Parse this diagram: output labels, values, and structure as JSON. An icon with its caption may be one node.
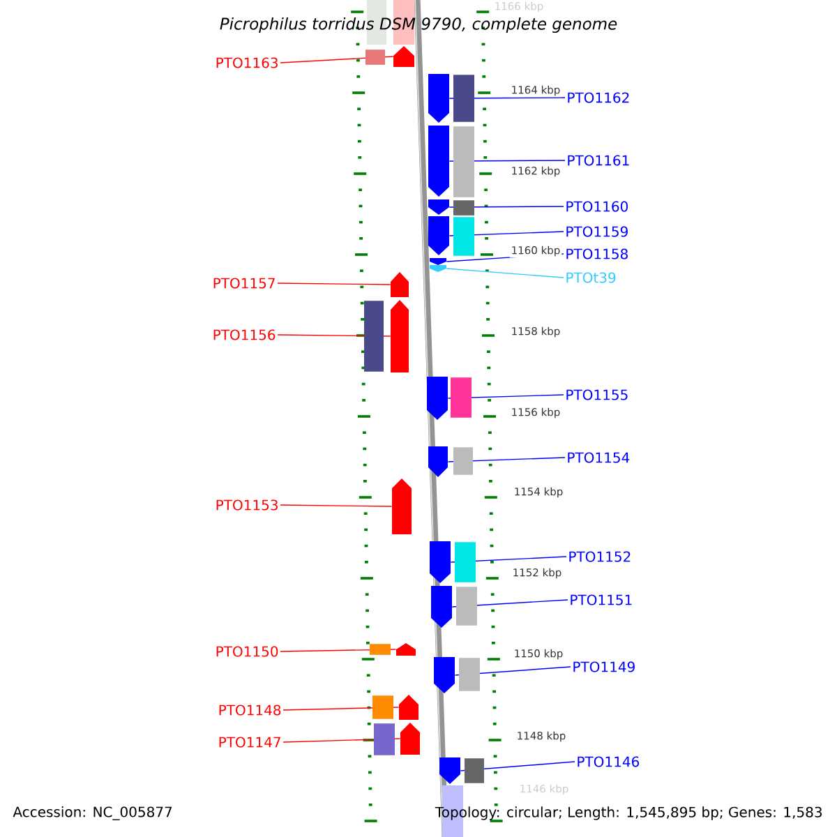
{
  "diagram": {
    "title": "Picrophilus torridus DSM 9790, complete genome",
    "nodes": [
      {
        "text": [
          "PTO1163"
        ]
      },
      {
        "text": [],
        "shape": "arrow"
      },
      {
        "text": [
          "PTO1162"
        ]
      },
      {
        "text": [],
        "shape": "arrow"
      },
      {
        "text": [
          "PTO1161"
        ]
      },
      {
        "text": [],
        "shape": "arrow"
      },
      {
        "text": [
          "PTO1160"
        ]
      },
      {
        "text": [],
        "shape": "arrow"
      },
      {
        "text": [
          "PTO1159"
        ]
      },
      {
        "text": [],
        "shape": "arrow"
      },
      {
        "text": [
          "PTO1158"
        ]
      },
      {
        "text": [],
        "shape": "arrow"
      },
      {
        "text": [
          "PTOt39"
        ]
      },
      {
        "text": [],
        "shape": "arrow"
      },
      {
        "text": [
          "PTO1157"
        ]
      },
      {
        "text": [],
        "shape": "arrow"
      },
      {
        "text": [
          "PTO1156"
        ]
      },
      {
        "text": [],
        "shape": "arrow"
      },
      {
        "text": [
          "PTO1155"
        ]
      },
      {
        "text": [],
        "shape": "arrow"
      },
      {
        "text": [
          "PTO1154"
        ]
      },
      {
        "text": [],
        "shape": "arrow"
      },
      {
        "text": [
          "PTO1153"
        ]
      },
      {
        "text": [],
        "shape": "arrow"
      },
      {
        "text": [
          "PTO1152"
        ]
      },
      {
        "text": [],
        "shape": "arrow"
      },
      {
        "text": [
          "PTO1151"
        ]
      },
      {
        "text": [],
        "shape": "arrow"
      },
      {
        "text": [
          "PTO1150"
        ]
      },
      {
        "text": [],
        "shape": "arrow"
      },
      {
        "text": [
          "PTO1149"
        ]
      },
      {
        "text": [],
        "shape": "arrow"
      },
      {
        "text": [
          "PTO1148"
        ]
      },
      {
        "text": [],
        "shape": "arrow"
      },
      {
        "text": [
          "PTO1147"
        ]
      },
      {
        "text": [],
        "shape": "arrow"
      },
      {
        "text": [
          "PTO1146"
        ]
      },
      {
        "text": [],
        "shape": "arrow"
      }
    ],
    "edges": [
      {
        "from": 0,
        "to": 1,
        "arrow": "none",
        "color": "#ff0000"
      },
      {
        "from": 2,
        "to": 3,
        "arrow": "none"
      },
      {
        "from": 4,
        "to": 5,
        "arrow": "none"
      },
      {
        "from": 6,
        "to": 7,
        "arrow": "none"
      },
      {
        "from": 8,
        "to": 9,
        "arrow": "none"
      },
      {
        "from": 10,
        "to": 11,
        "arrow": "none"
      },
      {
        "from": 12,
        "to": 13,
        "arrow": "none",
        "color": "#33ccff"
      },
      {
        "from": 14,
        "to": 15,
        "arrow": "none",
        "color": "#ff0000"
      },
      {
        "from": 16,
        "to": 17,
        "arrow": "none",
        "color": "#ff0000"
      },
      {
        "from": 18,
        "to": 19,
        "arrow": "none"
      },
      {
        "from": 20,
        "to": 21,
        "arrow": "none"
      },
      {
        "from": 22,
        "to": 23,
        "arrow": "none",
        "color": "#ff0000"
      },
      {
        "from": 24,
        "to": 25,
        "arrow": "none"
      },
      {
        "from": 26,
        "to": 27,
        "arrow": "none"
      },
      {
        "from": 28,
        "to": 29,
        "arrow": "none",
        "color": "#ff0000"
      },
      {
        "from": 30,
        "to": 31,
        "arrow": "none"
      },
      {
        "from": 32,
        "to": 33,
        "arrow": "none",
        "color": "#ff0000"
      },
      {
        "from": 34,
        "to": 35,
        "arrow": "none",
        "color": "#ff0000"
      },
      {
        "from": 36,
        "to": 37,
        "arrow": "none"
      }
    ],
    "labels": [
      "1166 kbp",
      "1164 kbp",
      "1162 kbp",
      "1160 kbp",
      "1158 kbp",
      "1156 kbp",
      "1154 kbp",
      "1152 kbp",
      "1150 kbp",
      "1148 kbp",
      "1146 kbp",
      "Accession: NC_005877",
      "Topology: circular; Length: 1,545,895 bp; Genes: 1,583"
    ]
  }
}
